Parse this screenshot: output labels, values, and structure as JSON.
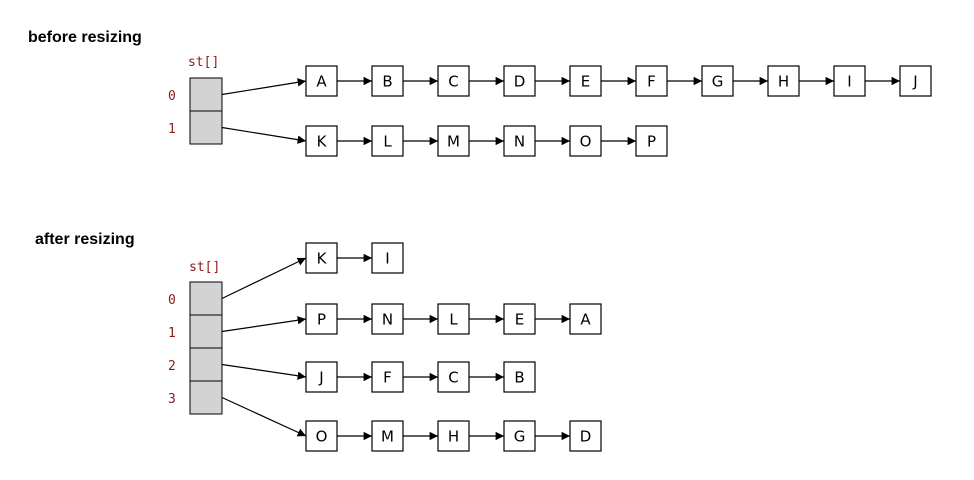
{
  "sections": [
    {
      "title": "before resizing",
      "array_label": "st[]",
      "indices": [
        "0",
        "1"
      ],
      "chains": [
        [
          "A",
          "B",
          "C",
          "D",
          "E",
          "F",
          "G",
          "H",
          "I",
          "J"
        ],
        [
          "K",
          "L",
          "M",
          "N",
          "O",
          "P"
        ]
      ]
    },
    {
      "title": "after resizing",
      "array_label": "st[]",
      "indices": [
        "0",
        "1",
        "2",
        "3"
      ],
      "chains": [
        [
          "K",
          "I"
        ],
        [
          "P",
          "N",
          "L",
          "E",
          "A"
        ],
        [
          "J",
          "F",
          "C",
          "B"
        ],
        [
          "O",
          "M",
          "H",
          "G",
          "D"
        ]
      ]
    }
  ],
  "colors": {
    "index_text": "#8b1a1a",
    "slot_fill": "#d3d3d3"
  }
}
